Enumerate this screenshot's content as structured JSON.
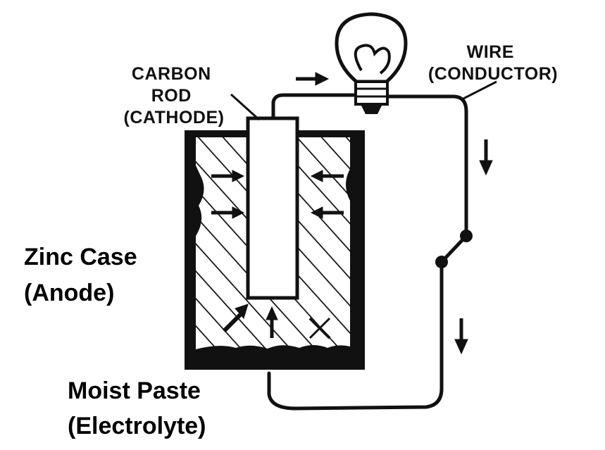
{
  "labels": {
    "carbon_rod": [
      "CARBON",
      "ROD",
      "(CATHODE)"
    ],
    "wire": [
      "WIRE",
      "(CONDUCTOR)"
    ],
    "zinc_case": [
      "Zinc Case",
      "(Anode)"
    ],
    "moist_paste": [
      "Moist Paste",
      "(Electrolyte)"
    ]
  },
  "colors": {
    "ink": "#111111",
    "background": "#ffffff"
  },
  "icons": [
    "light-bulb-icon",
    "switch-icon",
    "current-arrow-icon"
  ]
}
